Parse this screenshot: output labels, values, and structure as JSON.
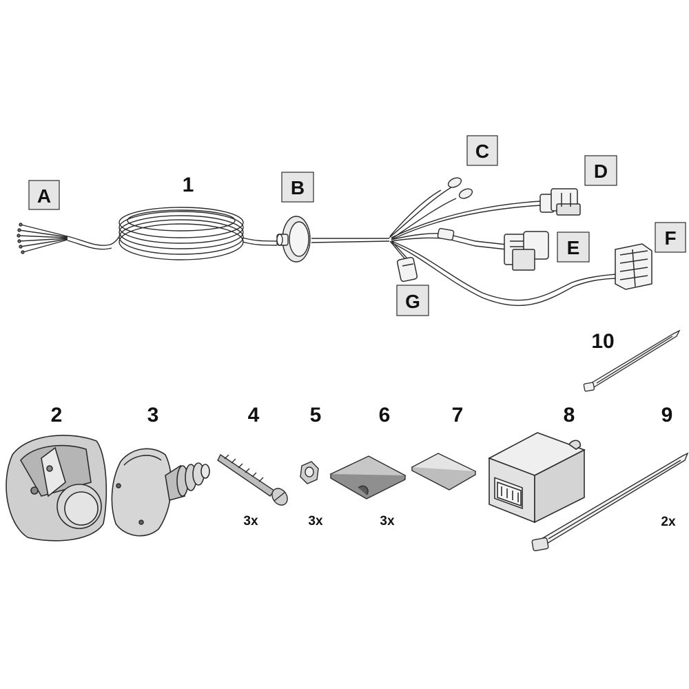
{
  "harness_labels": {
    "A": "A",
    "B": "B",
    "C": "C",
    "D": "D",
    "E": "E",
    "F": "F",
    "G": "G"
  },
  "part_numbers": {
    "p1": "1",
    "p2": "2",
    "p3": "3",
    "p4": "4",
    "p5": "5",
    "p6": "6",
    "p7": "7",
    "p8": "8",
    "p9": "9",
    "p10": "10"
  },
  "quantities": {
    "q4": "3x",
    "q5": "3x",
    "q6": "3x",
    "q9": "2x"
  },
  "colors": {
    "line": "#2b2b2b",
    "label_box_fill": "#e6e6e6",
    "part_fill": "#d9d9d9",
    "part_dark": "#9a9a9a"
  }
}
